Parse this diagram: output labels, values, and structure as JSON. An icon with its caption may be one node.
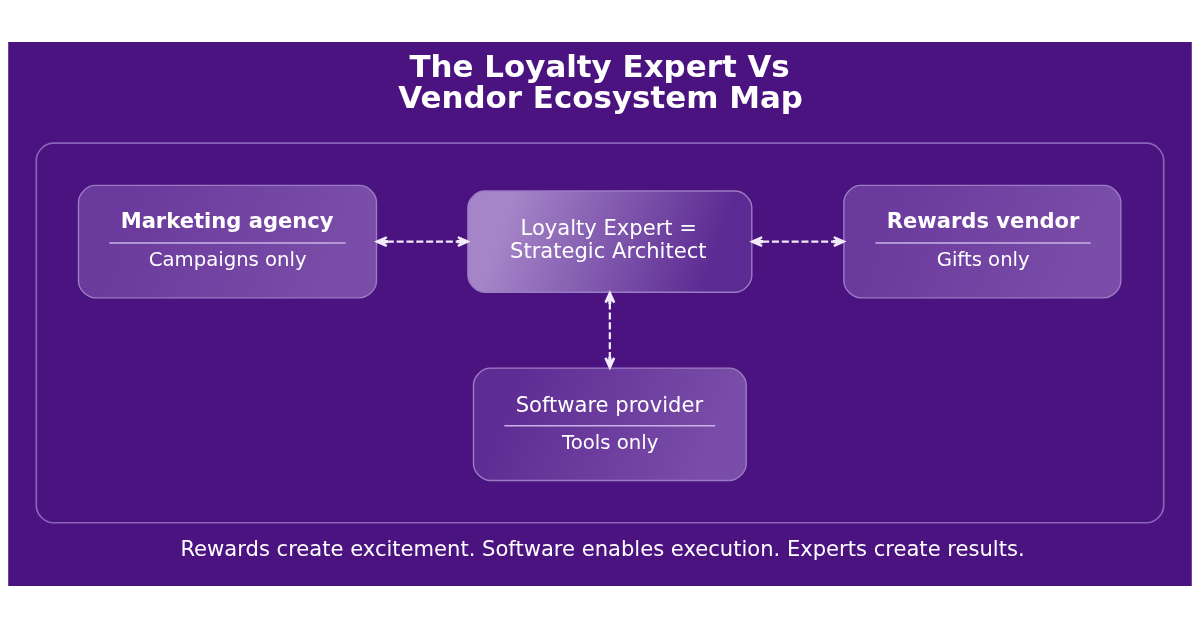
{
  "diagram": {
    "title": "The Loyalty Expert Vs Vendor Ecosystem Map",
    "caption": "Rewards create excitement. Software enables execution. Experts create results.",
    "nodes": [
      {
        "text": [],
        "shape": "box"
      },
      {
        "text": [
          "Marketing agency",
          "Campaigns only"
        ],
        "in": 0
      },
      {
        "text": [
          "Loyalty Expert = Strategic Architect"
        ],
        "in": 0
      },
      {
        "text": [
          "Rewards vendor",
          "Gifts only"
        ],
        "in": 0
      },
      {
        "text": [
          "Software provider",
          "Tools only"
        ],
        "in": 0
      }
    ],
    "edges": [
      {
        "from": 1,
        "to": 2,
        "arrow": "both",
        "style": "dashed"
      },
      {
        "from": 2,
        "to": 3,
        "arrow": "both",
        "style": "dashed"
      },
      {
        "from": 2,
        "to": 4,
        "arrow": "both",
        "style": "dashed"
      }
    ]
  }
}
